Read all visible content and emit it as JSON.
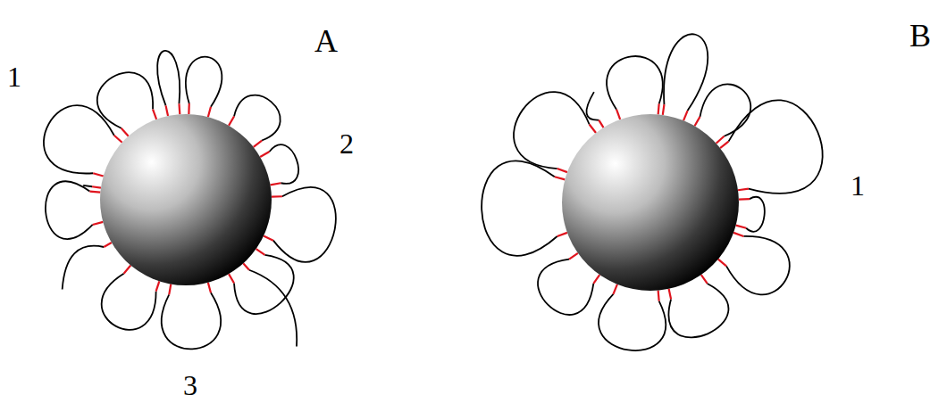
{
  "diagram": {
    "labels": [
      "A",
      "1",
      "2",
      "3",
      "B",
      "1"
    ]
  }
}
